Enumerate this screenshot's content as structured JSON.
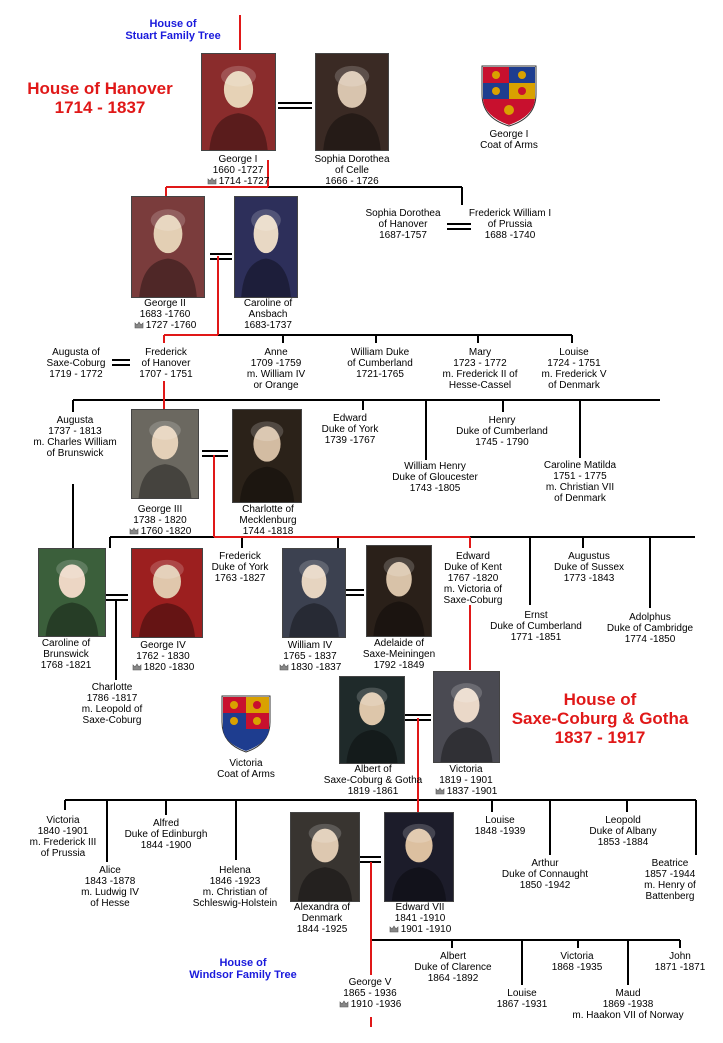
{
  "titles": {
    "stuart": [
      "House of",
      "Stuart Family Tree"
    ],
    "hanover": [
      "House of Hanover",
      "1714 - 1837"
    ],
    "saxe": [
      "House of",
      "Saxe-Coburg & Gotha",
      "1837 - 1917"
    ],
    "windsor": [
      "House of",
      "Windsor Family Tree"
    ]
  },
  "arms": {
    "george1": [
      "George I",
      "Coat of Arms"
    ],
    "victoria": [
      "Victoria",
      "Coat of Arms"
    ]
  },
  "people": {
    "george1": [
      "George I",
      "1660 -1727",
      "1714 -1727"
    ],
    "sophia_celle": [
      "Sophia Dorothea",
      "of Celle",
      "1666 - 1726"
    ],
    "sophia_hanover": [
      "Sophia Dorothea",
      "of Hanover",
      "1687-1757"
    ],
    "frederick_william": [
      "Frederick William I",
      "of Prussia",
      "1688 -1740"
    ],
    "george2": [
      "George II",
      "1683 -1760",
      "1727 -1760"
    ],
    "caroline_ansbach": [
      "Caroline of",
      "Ansbach",
      "1683-1737"
    ],
    "augusta_saxe": [
      "Augusta of",
      "Saxe-Coburg",
      "1719 - 1772"
    ],
    "frederick_hanover": [
      "Frederick",
      "of Hanover",
      "1707 - 1751"
    ],
    "anne": [
      "Anne",
      "1709 -1759",
      "m. William IV",
      "or Orange"
    ],
    "william_cumberland": [
      "William Duke",
      "of Cumberland",
      "1721-1765"
    ],
    "mary": [
      "Mary",
      "1723 - 1772",
      "m. Frederick II of",
      "Hesse-Cassel"
    ],
    "louise1": [
      "Louise",
      "1724 - 1751",
      "m. Frederick V",
      "of Denmark"
    ],
    "augusta2": [
      "Augusta",
      "1737 - 1813",
      "m. Charles William",
      "of Brunswick"
    ],
    "george3": [
      "George III",
      "1738 - 1820",
      "1760 -1820"
    ],
    "charlotte_meck": [
      "Charlotte  of",
      "Mecklenburg",
      "1744 -1818"
    ],
    "edward_york": [
      "Edward",
      "Duke of York",
      "1739 -1767"
    ],
    "henry_cumberland": [
      "Henry",
      "Duke of Cumberland",
      "1745 - 1790"
    ],
    "william_henry": [
      "William Henry",
      "Duke of Gloucester",
      "1743 -1805"
    ],
    "caroline_matilda": [
      "Caroline Matilda",
      "1751 - 1775",
      "m. Christian VII",
      "of Denmark"
    ],
    "caroline_brunswick": [
      "Caroline of",
      "Brunswick",
      "1768 -1821"
    ],
    "george4": [
      "George IV",
      "1762 - 1830",
      "1820 -1830"
    ],
    "frederick_york": [
      "Frederick",
      "Duke of York",
      "1763 -1827"
    ],
    "william4": [
      "William IV",
      "1765 - 1837",
      "1830 -1837"
    ],
    "adelaide": [
      "Adelaide of",
      "Saxe-Meiningen",
      "1792 -1849"
    ],
    "edward_kent": [
      "Edward",
      "Duke of Kent",
      "1767 -1820",
      "m. Victoria of",
      "Saxe-Coburg"
    ],
    "augustus": [
      "Augustus",
      "Duke of Sussex",
      "1773 -1843"
    ],
    "ernst": [
      "Ernst",
      "Duke of Cumberland",
      "1771 -1851"
    ],
    "adolphus": [
      "Adolphus",
      "Duke of Cambridge",
      "1774 -1850"
    ],
    "charlotte2": [
      "Charlotte",
      "1786 -1817",
      "m. Leopold of",
      "Saxe-Coburg"
    ],
    "albert": [
      "Albert of",
      "Saxe-Coburg & Gotha",
      "1819 -1861"
    ],
    "victoria": [
      "Victoria",
      "1819 - 1901",
      "1837 -1901"
    ],
    "victoria2": [
      "Victoria",
      "1840 -1901",
      "m. Frederick III",
      "of Prussia"
    ],
    "alfred": [
      "Alfred",
      "Duke of Edinburgh",
      "1844 -1900"
    ],
    "alice": [
      "Alice",
      "1843 -1878",
      "m. Ludwig IV",
      "of Hesse"
    ],
    "helena": [
      "Helena",
      "1846 -1923",
      "m. Christian of",
      "Schleswig-Holstein"
    ],
    "alexandra": [
      "Alexandra of",
      "Denmark",
      "1844 -1925"
    ],
    "edward7": [
      "Edward VII",
      "1841 -1910",
      "1901 -1910"
    ],
    "louise2": [
      "Louise",
      "1848 -1939"
    ],
    "arthur": [
      "Arthur",
      "Duke of Connaught",
      "1850 -1942"
    ],
    "leopold": [
      "Leopold",
      "Duke of Albany",
      "1853 -1884"
    ],
    "beatrice": [
      "Beatrice",
      "1857 -1944",
      "m. Henry of",
      "Battenberg"
    ],
    "albert_clarence": [
      "Albert",
      "Duke of Clarence",
      "1864 -1892"
    ],
    "victoria3": [
      "Victoria",
      "1868 -1935"
    ],
    "john": [
      "John",
      "1871 -1871"
    ],
    "george5": [
      "George V",
      "1865 - 1936",
      "1910 -1936"
    ],
    "louise3": [
      "Louise",
      "1867 -1931"
    ],
    "maud": [
      "Maud",
      "1869 -1938",
      "m. Haakon VII of Norway"
    ]
  }
}
